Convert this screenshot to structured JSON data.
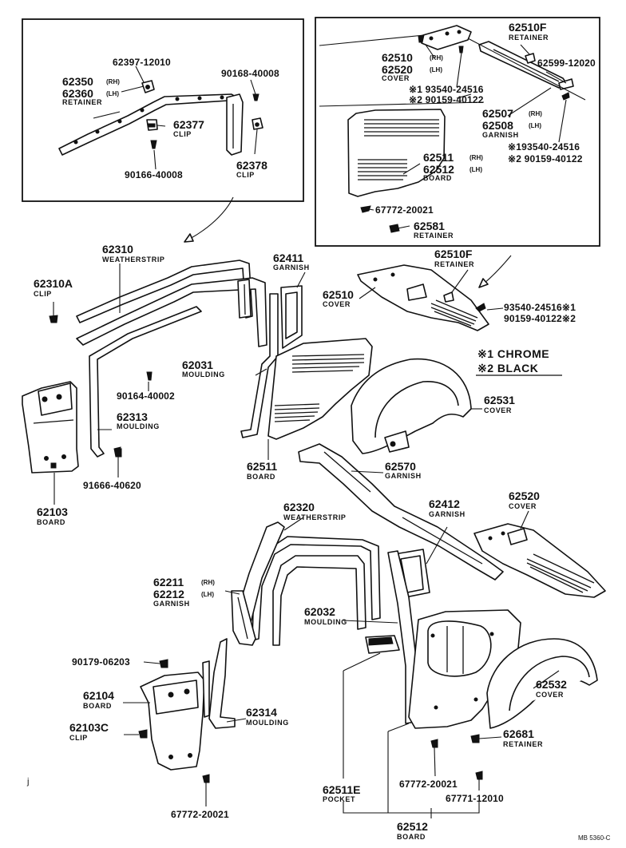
{
  "labels": {
    "l62397": "62397-12010",
    "l62350": "62350",
    "l62350_side": "(RH)",
    "l62360": "62360",
    "l62360_side": "(LH)",
    "l62360_name": "RETAINER",
    "l90168": "90168-40008",
    "l62377": "62377",
    "l62377_name": "CLIP",
    "l90166": "90166-40008",
    "l62378": "62378",
    "l62378_name": "CLIP",
    "l62510F_a": "62510F",
    "l62510F_a_name": "RETAINER",
    "l62599": "62599-12020",
    "l62510_a": "62510",
    "l62510_a_side": "(RH)",
    "l62520": "62520",
    "l62520_side": "(LH)",
    "l62520_name": "COVER",
    "l93540_a": "※1 93540-24516",
    "l90159_a": "※2 90159-40122",
    "l62507": "62507",
    "l62507_side": "(RH)",
    "l62508": "62508",
    "l62508_side": "(LH)",
    "l62508_name": "GARNISH",
    "l93540_b": "※193540-24516",
    "l90159_b": "※2 90159-40122",
    "l62511_a": "62511",
    "l62511_a_side": "(RH)",
    "l62512_a": "62512",
    "l62512_a_side": "(LH)",
    "l62512_a_name": "BOARD",
    "l67772_a": "67772-20021",
    "l62581_a": "62581",
    "l62581_a_name": "RETAINER",
    "l62310": "62310",
    "l62310_name": "WEATHERSTRIP",
    "l62310A": "62310A",
    "l62310A_name": "CLIP",
    "l62411": "62411",
    "l62411_name": "GARNISH",
    "l62510F_b": "62510F",
    "l62510F_b_name": "RETAINER",
    "l62510_b": "62510",
    "l62510_b_name": "COVER",
    "l93540_c": "93540-24516※1",
    "l90159_c": "90159-40122※2",
    "legend_chrome": "※1 CHROME",
    "legend_black": "※2 BLACK",
    "l62031": "62031",
    "l62031_name": "MOULDING",
    "l90164": "90164-40002",
    "l62313": "62313",
    "l62313_name": "MOULDING",
    "l91666": "91666-40620",
    "l62103": "62103",
    "l62103_name": "BOARD",
    "l62511_b": "62511",
    "l62511_b_name": "BOARD",
    "l62531": "62531",
    "l62531_name": "COVER",
    "l62570": "62570",
    "l62570_name": "GARNISH",
    "l62320": "62320",
    "l62320_name": "WEATHERSTRIP",
    "l62412": "62412",
    "l62412_name": "GARNISH",
    "l62520_b": "62520",
    "l62520_b_name": "COVER",
    "l62211": "62211",
    "l62211_side": "(RH)",
    "l62212": "62212",
    "l62212_side": "(LH)",
    "l62212_name": "GARNISH",
    "l62032": "62032",
    "l62032_name": "MOULDING",
    "l90179": "90179-06203",
    "l62104": "62104",
    "l62104_name": "BOARD",
    "l62103C": "62103C",
    "l62103C_name": "CLIP",
    "l62314": "62314",
    "l62314_name": "MOULDING",
    "l62532": "62532",
    "l62532_name": "COVER",
    "l62681": "62681",
    "l62681_name": "RETAINER",
    "l62511E": "62511E",
    "l62511E_name": "POCKET",
    "l67772_b": "67772-20021",
    "l67771": "67771-12010",
    "l67772_c": "67772-20021",
    "l62512_b": "62512",
    "l62512_b_name": "BOARD",
    "footer_code": "MB 5360-C",
    "corner_mark": "j"
  }
}
